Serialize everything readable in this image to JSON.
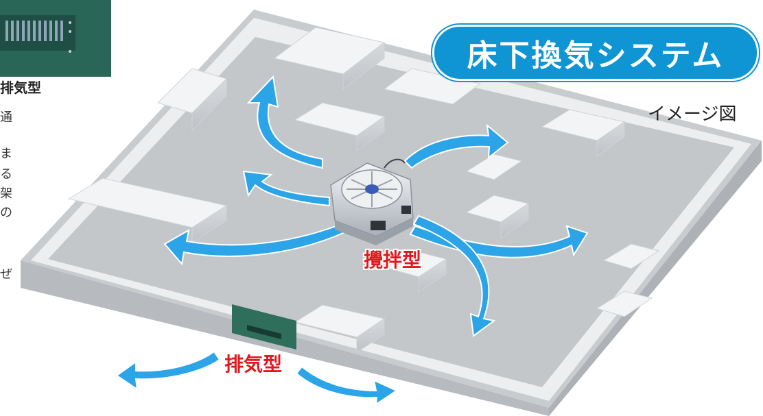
{
  "title": "床下換気システム",
  "subtitle": "イメージ図",
  "labels": {
    "stirring": "攪拌型",
    "exhaust": "排気型"
  },
  "left_column": {
    "heading": "排気型",
    "fragments": [
      "通",
      "ま",
      "る",
      "架",
      "の",
      "ぜ"
    ]
  },
  "colors": {
    "title_bg": "#0f95d4",
    "arrow": "#2ba4e8",
    "label_red": "#e0191e",
    "exhaust_unit": "#2e6e5a"
  }
}
